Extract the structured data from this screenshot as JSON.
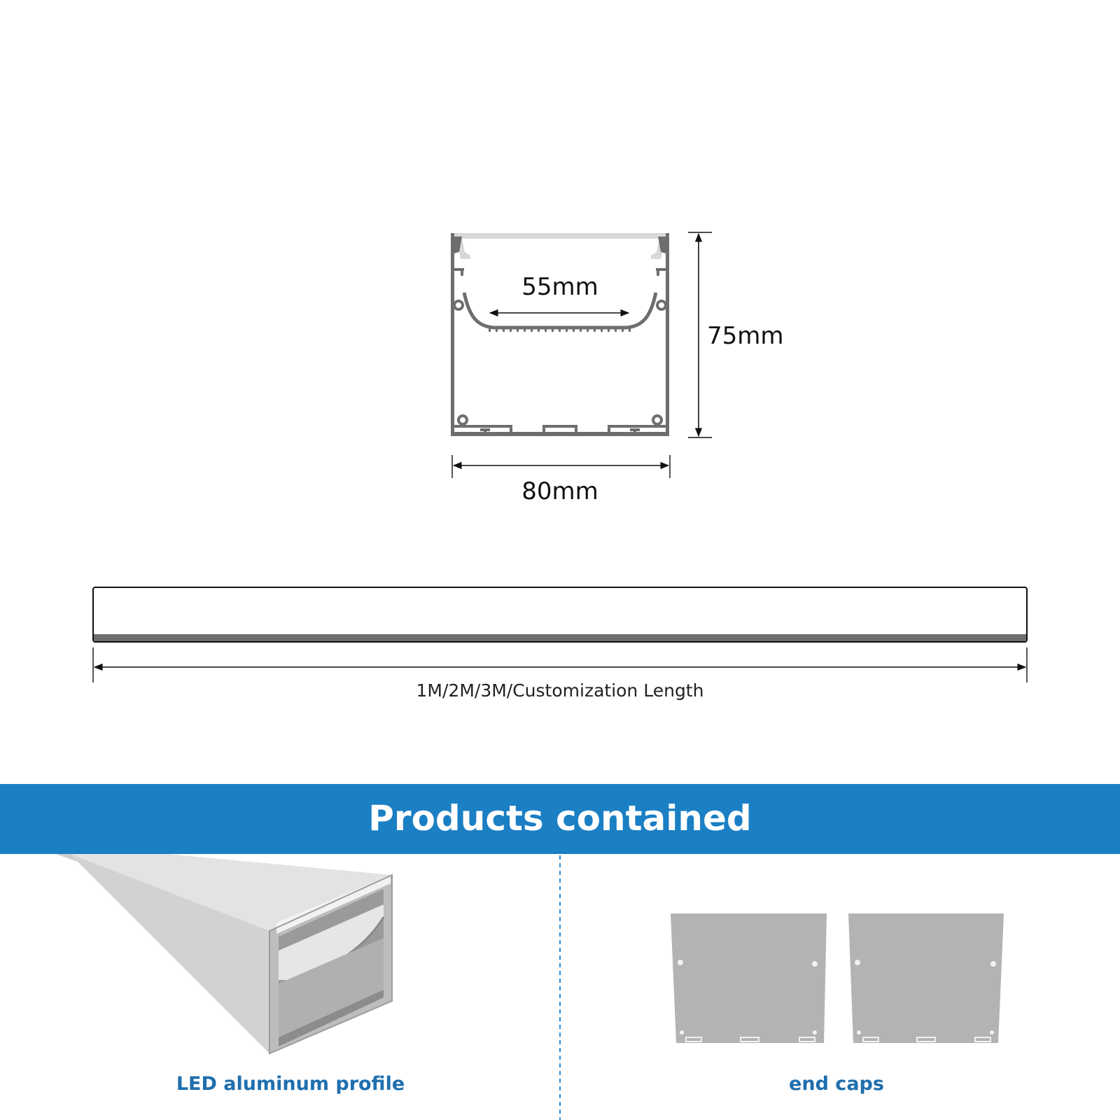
{
  "colors": {
    "profile_gray": "#6e6e6e",
    "diffuser": "#d8d8d8",
    "banner_blue": "#1b7fc4",
    "caption_blue": "#1f6fae",
    "divider_blue": "#2b8ad0",
    "aluminum_light": "#dcdcdc",
    "aluminum_mid": "#c4c4c4",
    "endcap_gray": "#b3b3b3"
  },
  "dimensions": {
    "inner_width": "55mm",
    "height": "75mm",
    "outer_width": "80mm",
    "length": "1M/2M/3M/Customization Length"
  },
  "banner": {
    "title": "Products contained"
  },
  "products": {
    "profile_caption": "LED aluminum profile",
    "caps_caption": "end caps"
  },
  "icons": {
    "cross_section": "profile-cross-section-icon",
    "side_view": "profile-side-view-icon",
    "profile_photo": "aluminum-profile-icon",
    "end_cap": "end-cap-icon"
  }
}
